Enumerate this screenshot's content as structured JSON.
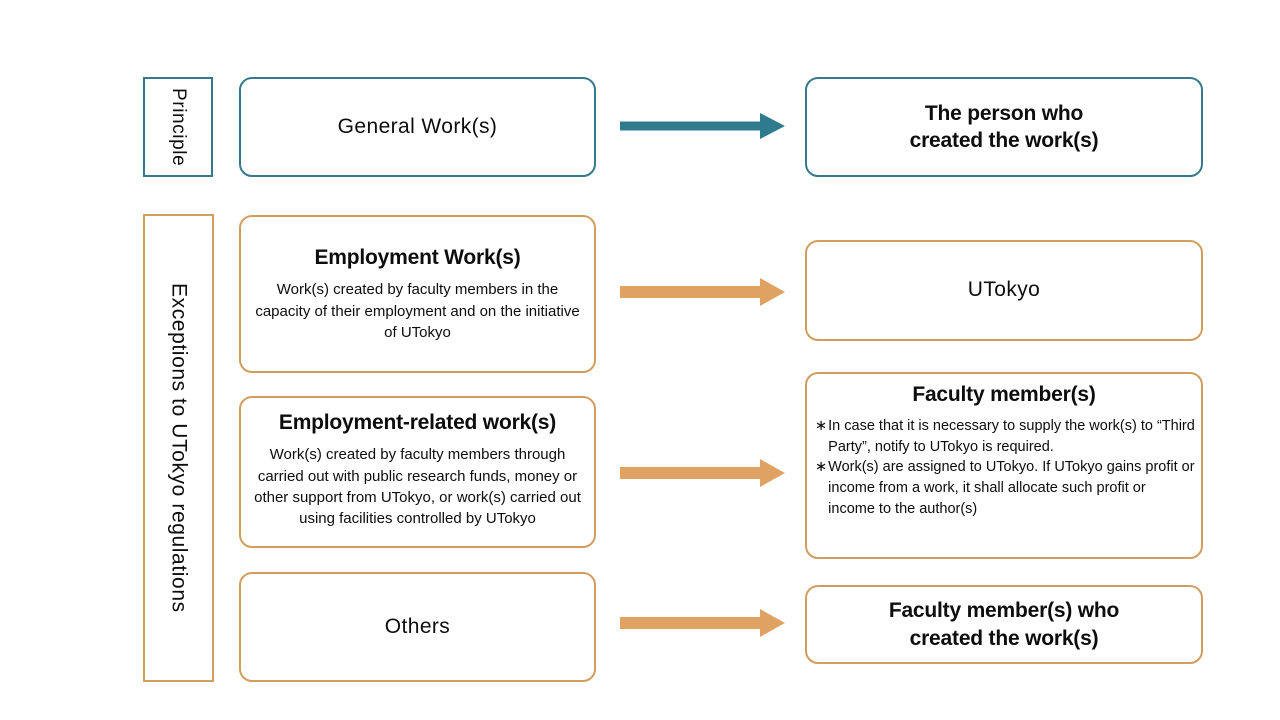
{
  "colors": {
    "teal": "#35798a",
    "teal_arrow": "#2f7b8d",
    "orange": "#d09f5f",
    "orange_arrow": "#dfa263",
    "text": "#0d0d0d",
    "background": "#ffffff"
  },
  "rails": {
    "principle": "Principle",
    "exceptions": "Exceptions to UTokyo regulations"
  },
  "rows": [
    {
      "id": "principle",
      "left": {
        "title": "General Work(s)",
        "body": ""
      },
      "arrow": "arrow-right-teal",
      "right": {
        "title_line1": "The person who",
        "title_line2": "created the work(s)"
      }
    },
    {
      "id": "employment",
      "left": {
        "title": "Employment Work(s)",
        "body": "Work(s) created by faculty members in the capacity of their employment and on the initiative of UTokyo"
      },
      "arrow": "arrow-right-orange",
      "right": {
        "title_line1": "UTokyo",
        "title_line2": ""
      }
    },
    {
      "id": "employment-related",
      "left": {
        "title": "Employment-related work(s)",
        "body": "Work(s) created by faculty members through carried out with public research funds, money or other support from UTokyo, or work(s) carried out using facilities controlled by UTokyo"
      },
      "arrow": "arrow-right-orange",
      "right": {
        "title_line1": "Faculty member(s)",
        "title_line2": "",
        "notes": [
          {
            "marker": "∗",
            "text": "In case that it is necessary to supply the work(s) to “Third Party”, notify to UTokyo is required."
          },
          {
            "marker": "∗",
            "text": "Work(s) are assigned to UTokyo. If UTokyo gains profit or income from a work, it shall allocate such profit or income to the author(s)"
          }
        ]
      }
    },
    {
      "id": "others",
      "left": {
        "title": "Others",
        "body": ""
      },
      "arrow": "arrow-right-orange",
      "right": {
        "title_line1": "Faculty member(s) who",
        "title_line2": "created the work(s)"
      }
    }
  ]
}
